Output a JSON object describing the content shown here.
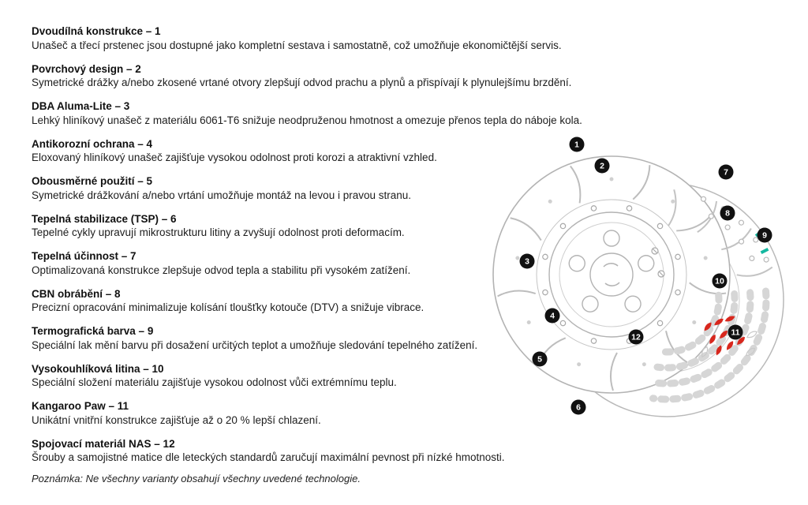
{
  "features": [
    {
      "title": "Dvoudílná konstrukce – 1",
      "desc": "Unašeč a třecí prstenec jsou dostupné jako kompletní sestava i samostatně, což umožňuje ekonomičtější servis."
    },
    {
      "title": "Povrchový design – 2",
      "desc": "Symetrické drážky a/nebo zkosené vrtané otvory zlepšují odvod prachu a plynů a přispívají k plynulejšímu brzdění."
    },
    {
      "title": "DBA Aluma-Lite – 3",
      "desc": "Lehký hliníkový unašeč z materiálu 6061-T6 snižuje neodpruženou hmotnost a omezuje přenos tepla do náboje kola."
    },
    {
      "title": "Antikorozní ochrana – 4",
      "desc": "Eloxovaný hliníkový unašeč zajišťuje vysokou odolnost proti korozi a atraktivní vzhled."
    },
    {
      "title": "Obousměrné použití – 5",
      "desc": "Symetrické drážkování a/nebo vrtání umožňuje montáž na levou i pravou stranu."
    },
    {
      "title": "Tepelná stabilizace (TSP) – 6",
      "desc": "Tepelné cykly upravují mikrostrukturu litiny a zvyšují odolnost proti deformacím."
    },
    {
      "title": "Tepelná účinnost – 7",
      "desc": "Optimalizovaná konstrukce zlepšuje odvod tepla a stabilitu při vysokém zatížení."
    },
    {
      "title": "CBN obrábění – 8",
      "desc": "Precizní opracování minimalizuje kolísání tloušťky kotouče (DTV) a snižuje vibrace."
    },
    {
      "title": "Termografická barva – 9",
      "desc": "Speciální lak mění barvu při dosažení určitých teplot a umožňuje sledování tepelného zatížení."
    },
    {
      "title": "Vysokouhlíková litina – 10",
      "desc": "Speciální složení materiálu zajišťuje vysokou odolnost vůči extrémnímu teplu."
    },
    {
      "title": "Kangaroo Paw – 11",
      "desc": "Unikátní vnitřní konstrukce zajišťuje až o 20 % lepší chlazení."
    },
    {
      "title": "Spojovací materiál NAS – 12",
      "desc": "Šrouby a samojistné matice dle leteckých standardů zaručují maximální pevnost při nízké hmotnosti."
    }
  ],
  "note": "Poznámka: Ne všechny varianty obsahují všechny uvedené technologie.",
  "callouts": [
    "1",
    "2",
    "3",
    "4",
    "5",
    "6",
    "7",
    "8",
    "9",
    "10",
    "11",
    "12"
  ],
  "colors": {
    "text": "#1a1a1a",
    "line_art": "#b3b3b3",
    "callout_badge": "#111111",
    "highlight_red": "#d8271d",
    "thermographic_teal": "#14b8a0"
  }
}
